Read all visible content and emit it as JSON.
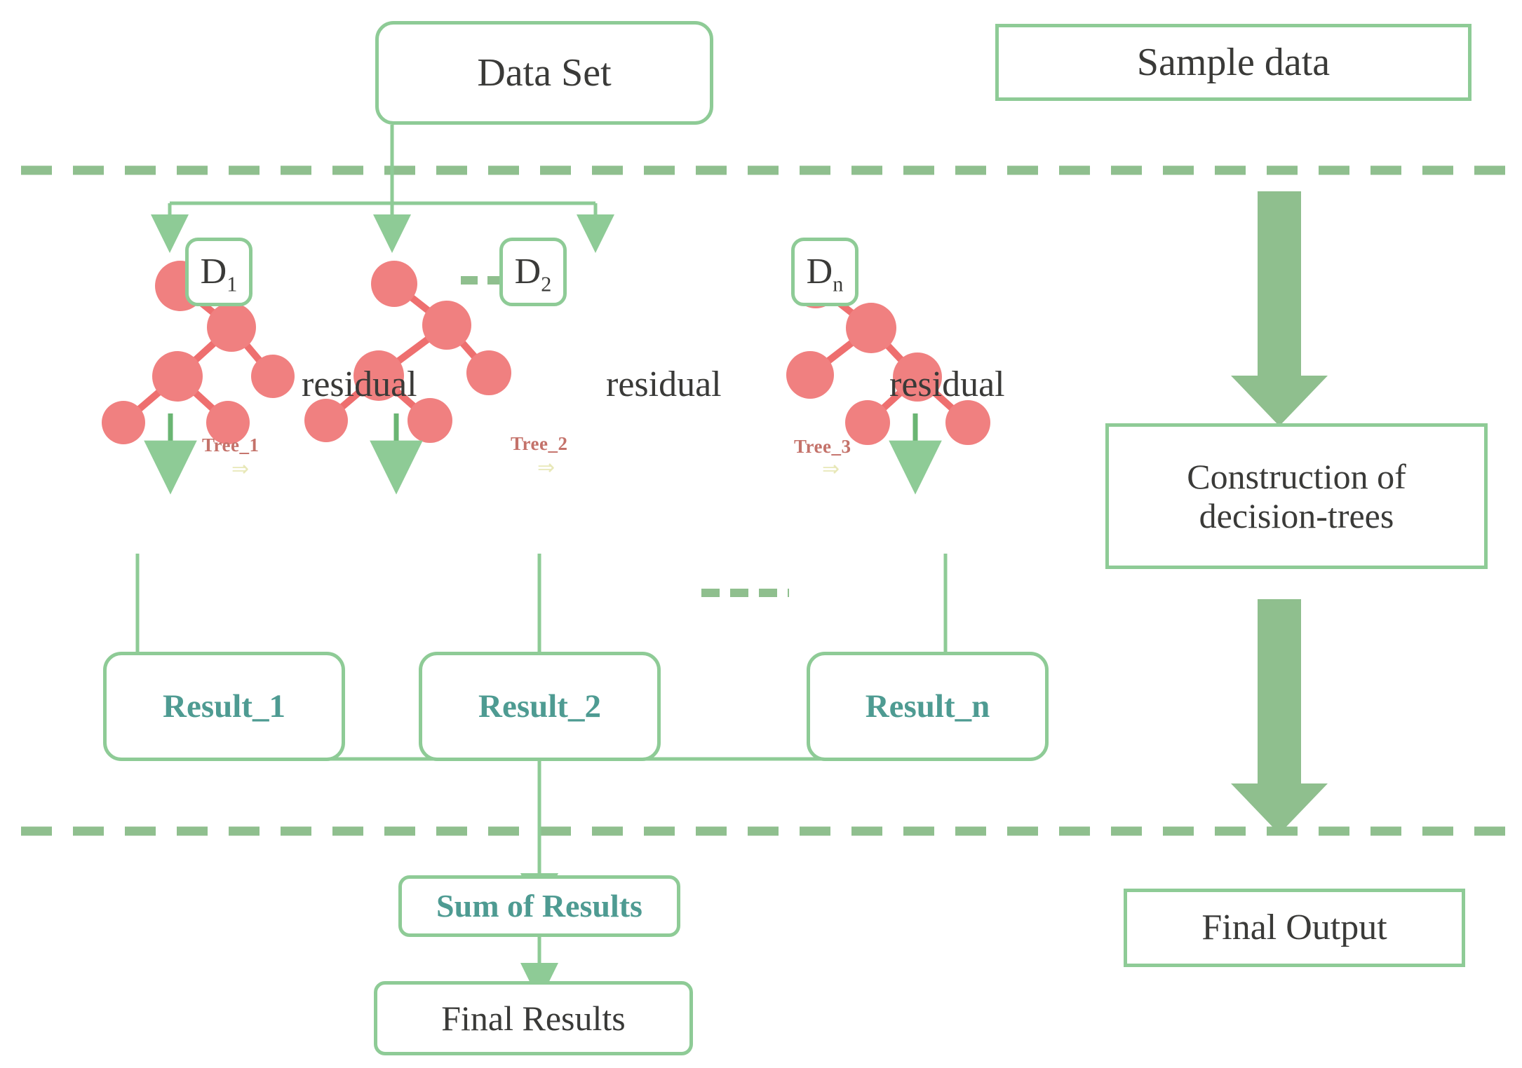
{
  "diagram": {
    "title": "Gradient boosting decision tree ensemble flow",
    "colors": {
      "green_border": "#8ecb96",
      "green_line": "#8ecb96",
      "green_fill_arrow": "#8fbf8e",
      "node_red": "#f08080",
      "edge_red": "#ee6f6f",
      "teal_text": "#4e9b92",
      "dark_text": "#3a3a38",
      "tree_label": "#c4726a",
      "tree_arrow": "#e8e8b8",
      "background": "#ffffff"
    },
    "left_column": {
      "data_set": {
        "label": "Data Set"
      },
      "splits": [
        {
          "base": "D",
          "sub": "1",
          "label": "D1"
        },
        {
          "base": "D",
          "sub": "2",
          "label": "D2"
        },
        {
          "base": "D",
          "sub": "n",
          "label": "Dn"
        }
      ],
      "split_ellipsis": "----",
      "trees": [
        {
          "name": "Tree_1",
          "residual_label": "residual",
          "arrow_glyph": "⇒"
        },
        {
          "name": "Tree_2",
          "residual_label": "residual",
          "arrow_glyph": "⇒"
        },
        {
          "name": "Tree_3",
          "residual_label": "residual",
          "arrow_glyph": "⇒"
        }
      ],
      "tree_ellipsis": "----",
      "results": [
        {
          "label": "Result_1"
        },
        {
          "label": "Result_2"
        },
        {
          "label": "Result_n"
        }
      ],
      "sum_of_results": {
        "label": "Sum of Results"
      },
      "final_results": {
        "label": "Final Results"
      }
    },
    "right_column": {
      "stage_1": {
        "label": "Sample data"
      },
      "stage_2": {
        "label": "Construction of\ndecision-trees",
        "line1": "Construction of",
        "line2": "decision-trees"
      },
      "stage_3": {
        "label": "Final Output"
      }
    },
    "separators": [
      {
        "name": "upper-dashed-divider"
      },
      {
        "name": "lower-dashed-divider"
      }
    ]
  }
}
